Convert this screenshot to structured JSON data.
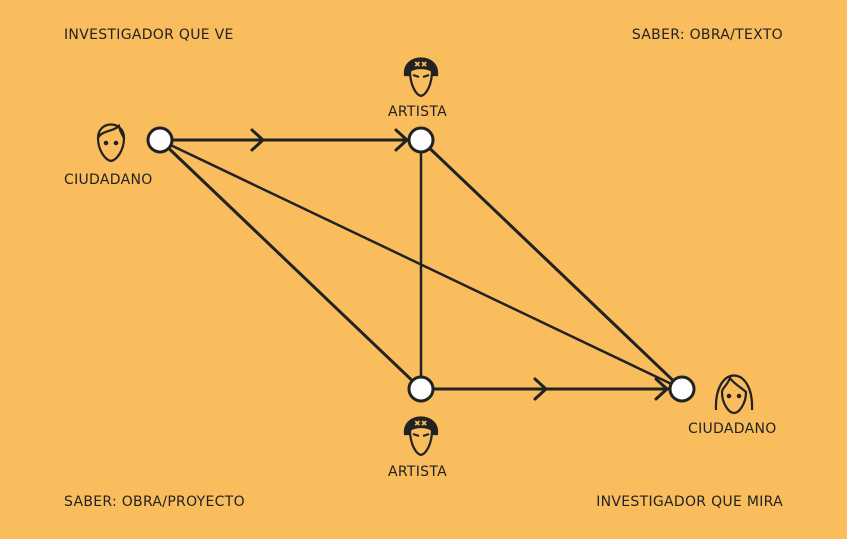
{
  "corners": {
    "top_left": "INVESTIGADOR QUE VE",
    "top_right": "SABER: OBRA/TEXTO",
    "bottom_left": "SABER: OBRA/PROYECTO",
    "bottom_right": "INVESTIGADOR QUE MIRA"
  },
  "nodes": {
    "citizen_left": "CIUDADANO",
    "artist_top": "ARTISTA",
    "artist_bottom": "ARTISTA",
    "citizen_right": "CIUDADANO"
  },
  "colors": {
    "background": "#F9BD5E",
    "ink": "#222222",
    "node_fill": "#FFFFFF"
  }
}
